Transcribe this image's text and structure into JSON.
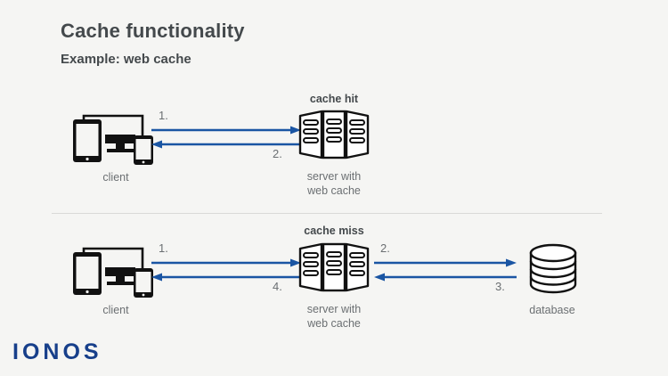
{
  "header": {
    "title": "Cache functionality",
    "subtitle": "Example: web cache"
  },
  "colors": {
    "background": "#f5f5f3",
    "arrow_blue": "#1a55a3",
    "icon_black": "#111111",
    "text_gray": "#6b6f72",
    "heading_gray": "#44494c",
    "logo_blue": "#173f8a",
    "divider_gray": "#d9d9d7"
  },
  "rows": [
    {
      "id": "cache-hit",
      "scenario_label": "cache hit",
      "nodes": [
        {
          "id": "client",
          "icon": "client-devices-icon",
          "label": "client"
        },
        {
          "id": "server",
          "icon": "server-rack-icon",
          "label": "server with\nweb cache"
        }
      ],
      "arrows": [
        {
          "id": "client-to-server",
          "direction": "right",
          "step": "1."
        },
        {
          "id": "server-to-client",
          "direction": "left",
          "step": "2."
        }
      ]
    },
    {
      "id": "cache-miss",
      "scenario_label": "cache miss",
      "nodes": [
        {
          "id": "client",
          "icon": "client-devices-icon",
          "label": "client"
        },
        {
          "id": "server",
          "icon": "server-rack-icon",
          "label": "server with\nweb cache"
        },
        {
          "id": "database",
          "icon": "database-cylinder-icon",
          "label": "database"
        }
      ],
      "arrows": [
        {
          "id": "client-to-server",
          "direction": "right",
          "step": "1."
        },
        {
          "id": "server-to-client",
          "direction": "left",
          "step": "4."
        },
        {
          "id": "server-to-database",
          "direction": "right",
          "step": "2."
        },
        {
          "id": "database-to-server",
          "direction": "left",
          "step": "3."
        }
      ]
    }
  ],
  "footer": {
    "logo_text": "IONOS"
  }
}
